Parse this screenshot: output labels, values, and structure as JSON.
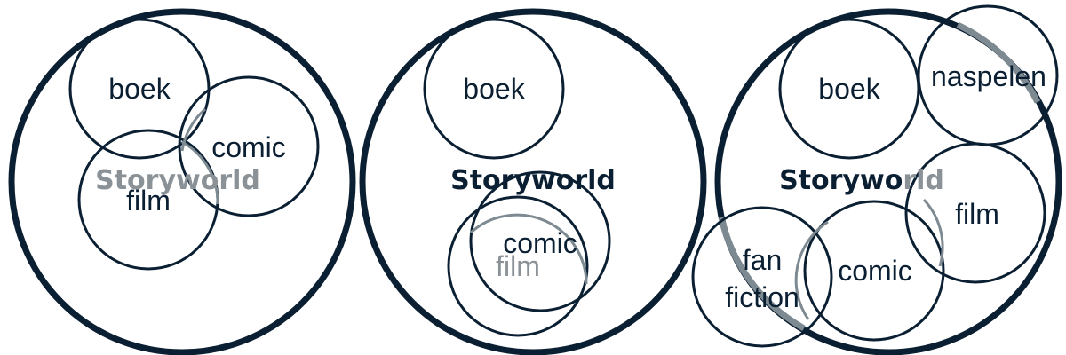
{
  "diagrams": [
    {
      "center_label": "Storyworld",
      "media": [
        "boek",
        "comic",
        "film"
      ]
    },
    {
      "center_label": "Storyworld",
      "media": [
        "boek",
        "comic",
        "film"
      ]
    },
    {
      "center_label": "Storyworld",
      "media": [
        "boek",
        "naspelen",
        "film",
        "comic",
        "fan",
        "fiction"
      ]
    }
  ],
  "colors": {
    "navy": "#0b1f33",
    "gray": "#8a9297"
  }
}
